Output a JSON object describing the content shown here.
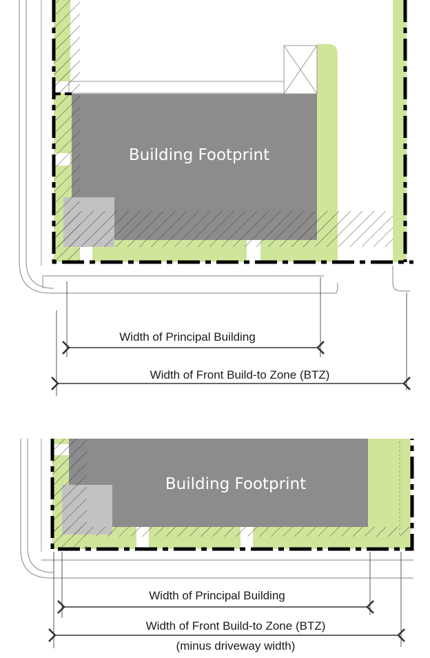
{
  "colors": {
    "building": "#8c8c8c",
    "corner_lot": "#c2c2c2",
    "landscape": "#cfe59a",
    "btz_line": "#000000",
    "outline": "#9a9a9a",
    "hatch": "#3a3a3a",
    "dimension": "#333333"
  },
  "diagram_top": {
    "building_label": "Building Footprint",
    "principal_width_label": "Width of Principal Building",
    "btz_width_label": "Width of Front Build-to Zone (BTZ)"
  },
  "diagram_bottom": {
    "building_label": "Building Footprint",
    "principal_width_label": "Width of Principal Building",
    "btz_width_label": "Width of Front Build-to Zone (BTZ)",
    "btz_width_note": "(minus driveway width)"
  }
}
